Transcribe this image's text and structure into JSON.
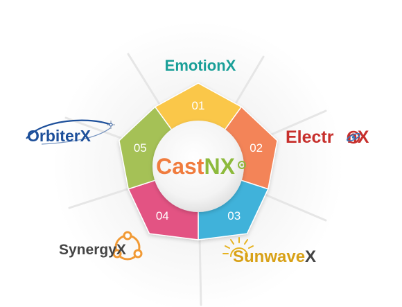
{
  "center": {
    "cast": "Cast",
    "nx": "NX",
    "cast_color": "#f07c3e",
    "nx_color": "#8dba3c"
  },
  "segments": [
    {
      "num": "01",
      "color": "#fac74a"
    },
    {
      "num": "02",
      "color": "#f38458"
    },
    {
      "num": "03",
      "color": "#3fb2da"
    },
    {
      "num": "04",
      "color": "#e35383"
    },
    {
      "num": "05",
      "color": "#a5c156"
    }
  ],
  "brands": {
    "emotion": {
      "text": "EmotionX",
      "color": "#199f98"
    },
    "electron": {
      "text_a": "Electr",
      "text_b": "nX",
      "color": "#c72f2c",
      "accent": "#3477bd"
    },
    "sunwave": {
      "text_a": "Sunwave",
      "text_b": "X",
      "color": "#d8a117",
      "x_color": "#444444"
    },
    "synergy": {
      "text_a": "Synergy",
      "text_b": "X",
      "color": "#444444",
      "accent": "#f19a35"
    },
    "orbiter": {
      "text": "OrbiterX",
      "color": "#1d4f9a",
      "accent": "#ffffff"
    }
  }
}
